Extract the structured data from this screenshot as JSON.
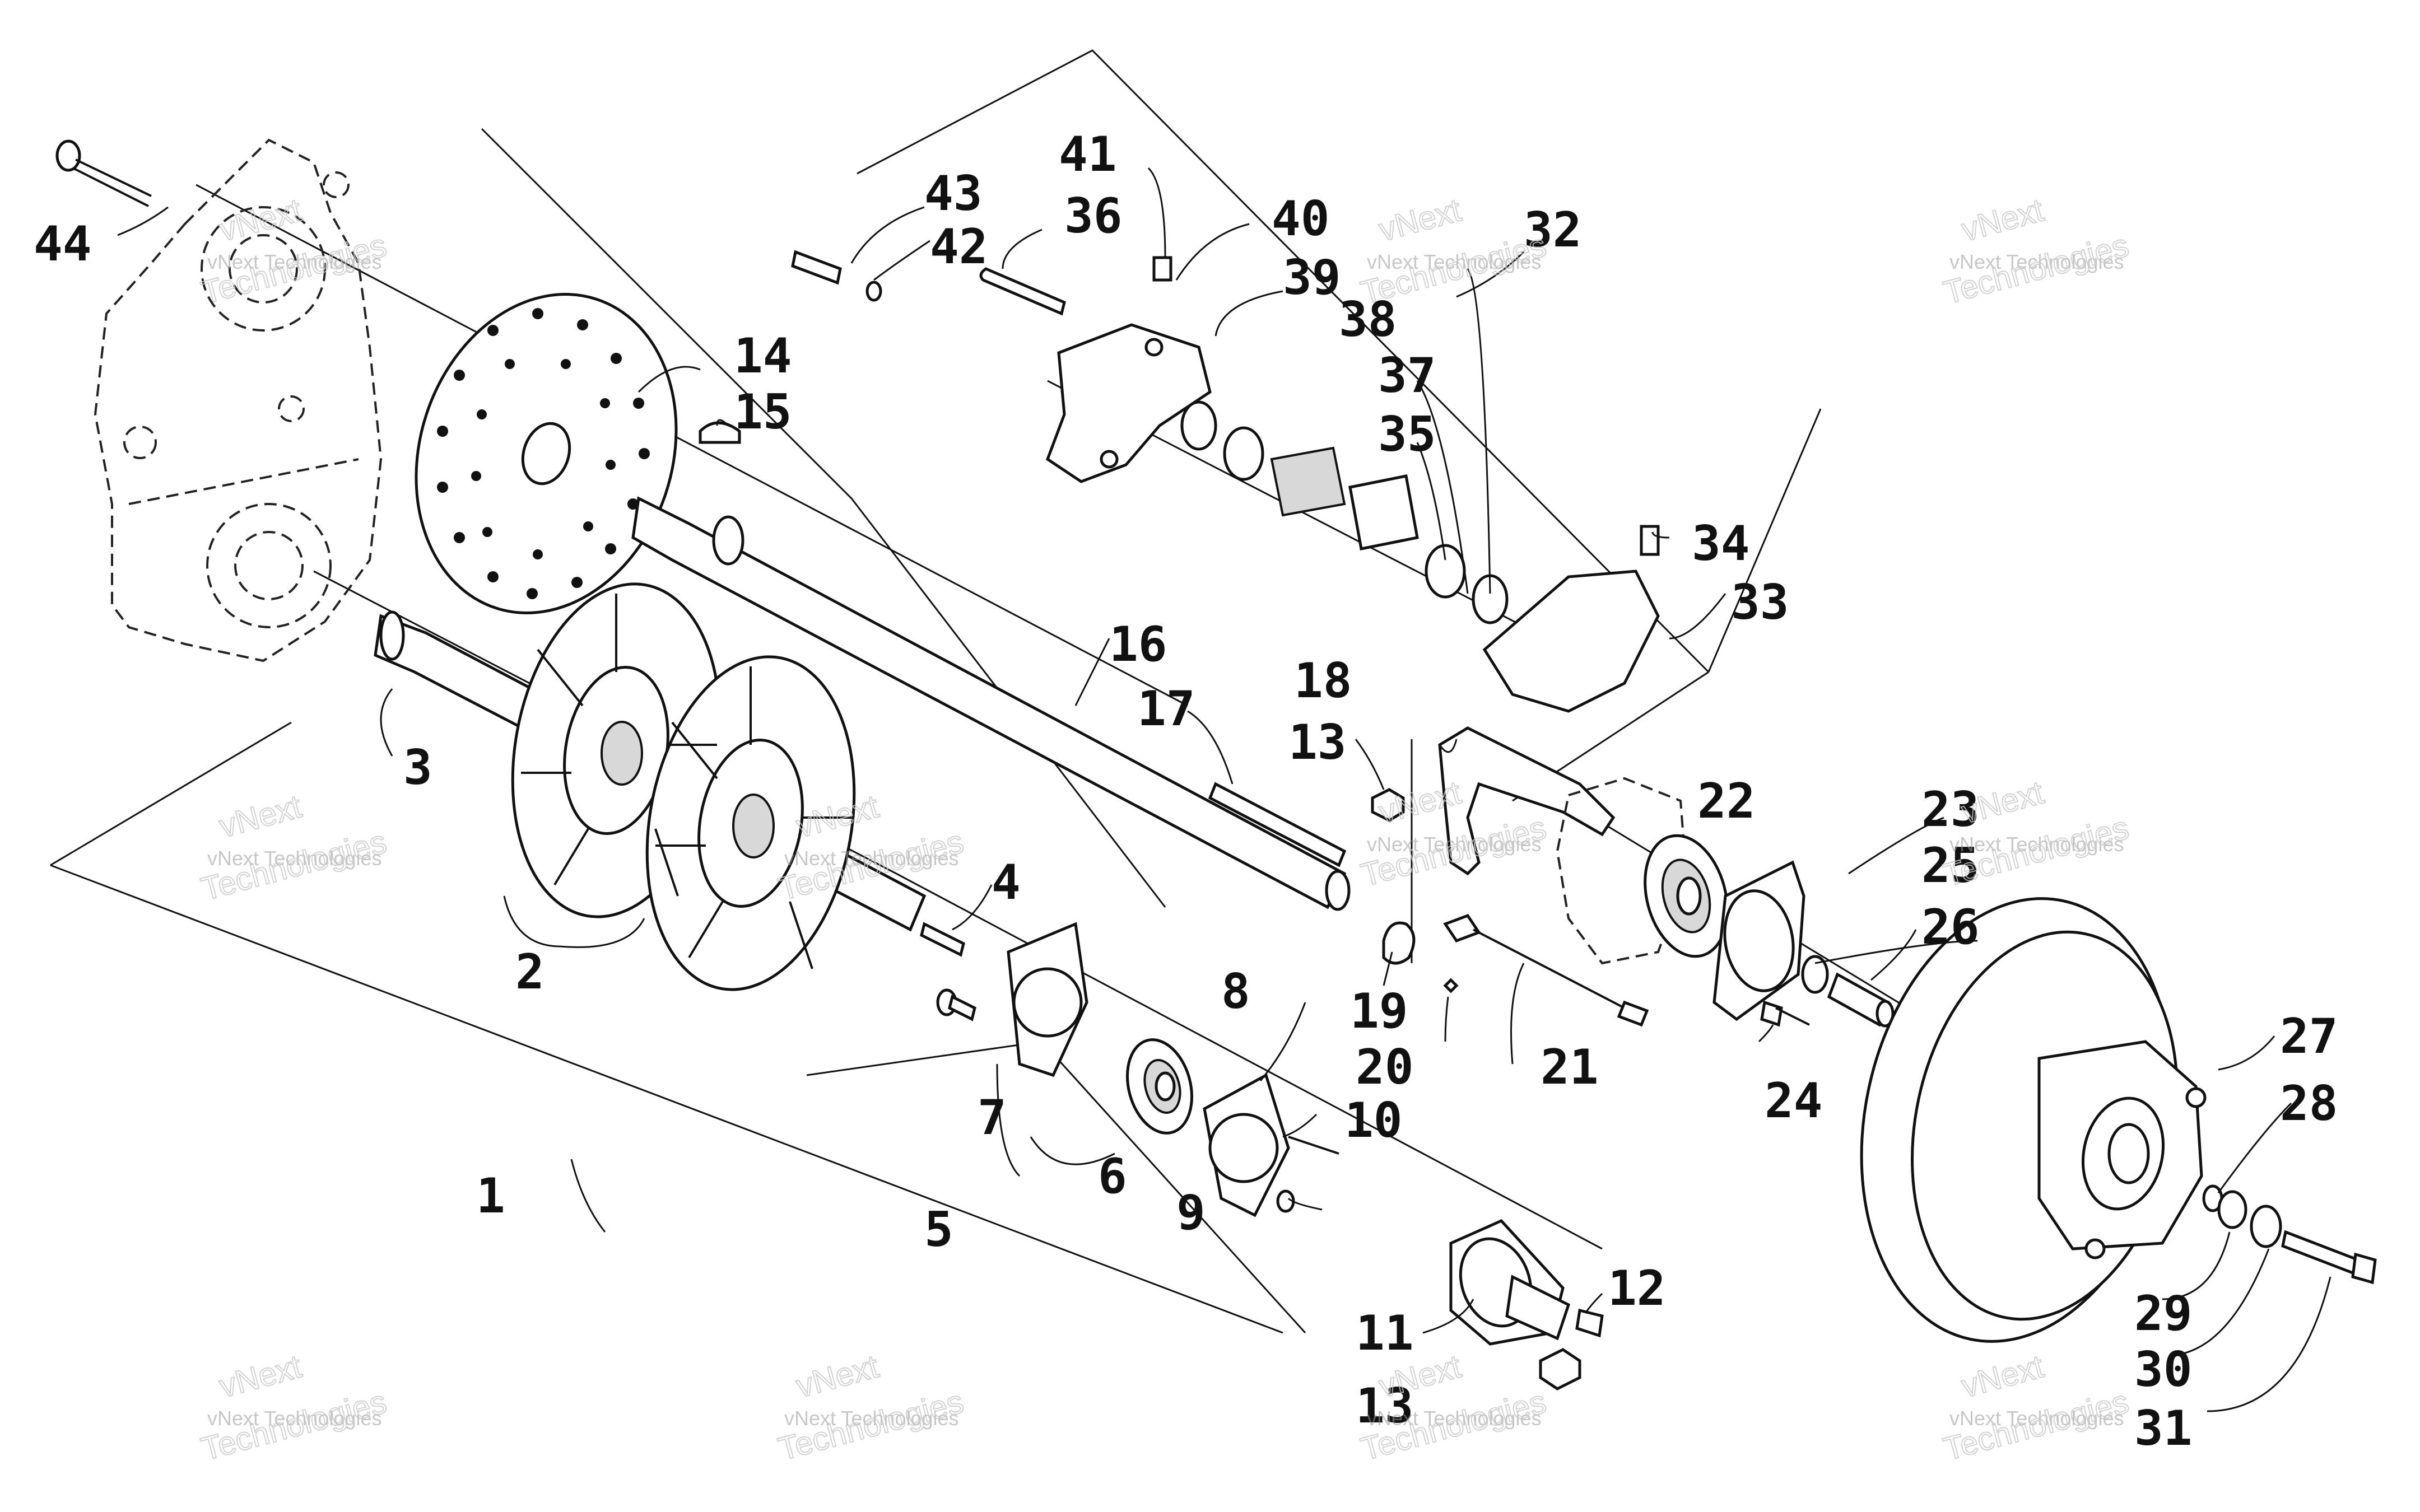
{
  "callouts": [
    "1",
    "2",
    "3",
    "4",
    "5",
    "6",
    "7",
    "8",
    "9",
    "10",
    "11",
    "12",
    "13",
    "13",
    "14",
    "15",
    "16",
    "17",
    "18",
    "19",
    "20",
    "21",
    "22",
    "23",
    "24",
    "25",
    "26",
    "27",
    "28",
    "29",
    "30",
    "31",
    "32",
    "33",
    "34",
    "35",
    "36",
    "37",
    "38",
    "39",
    "40",
    "41",
    "42",
    "43",
    "44"
  ],
  "watermark": {
    "line1": "vNext Technologies",
    "line2": "vNext",
    "line3": "Technologies"
  }
}
